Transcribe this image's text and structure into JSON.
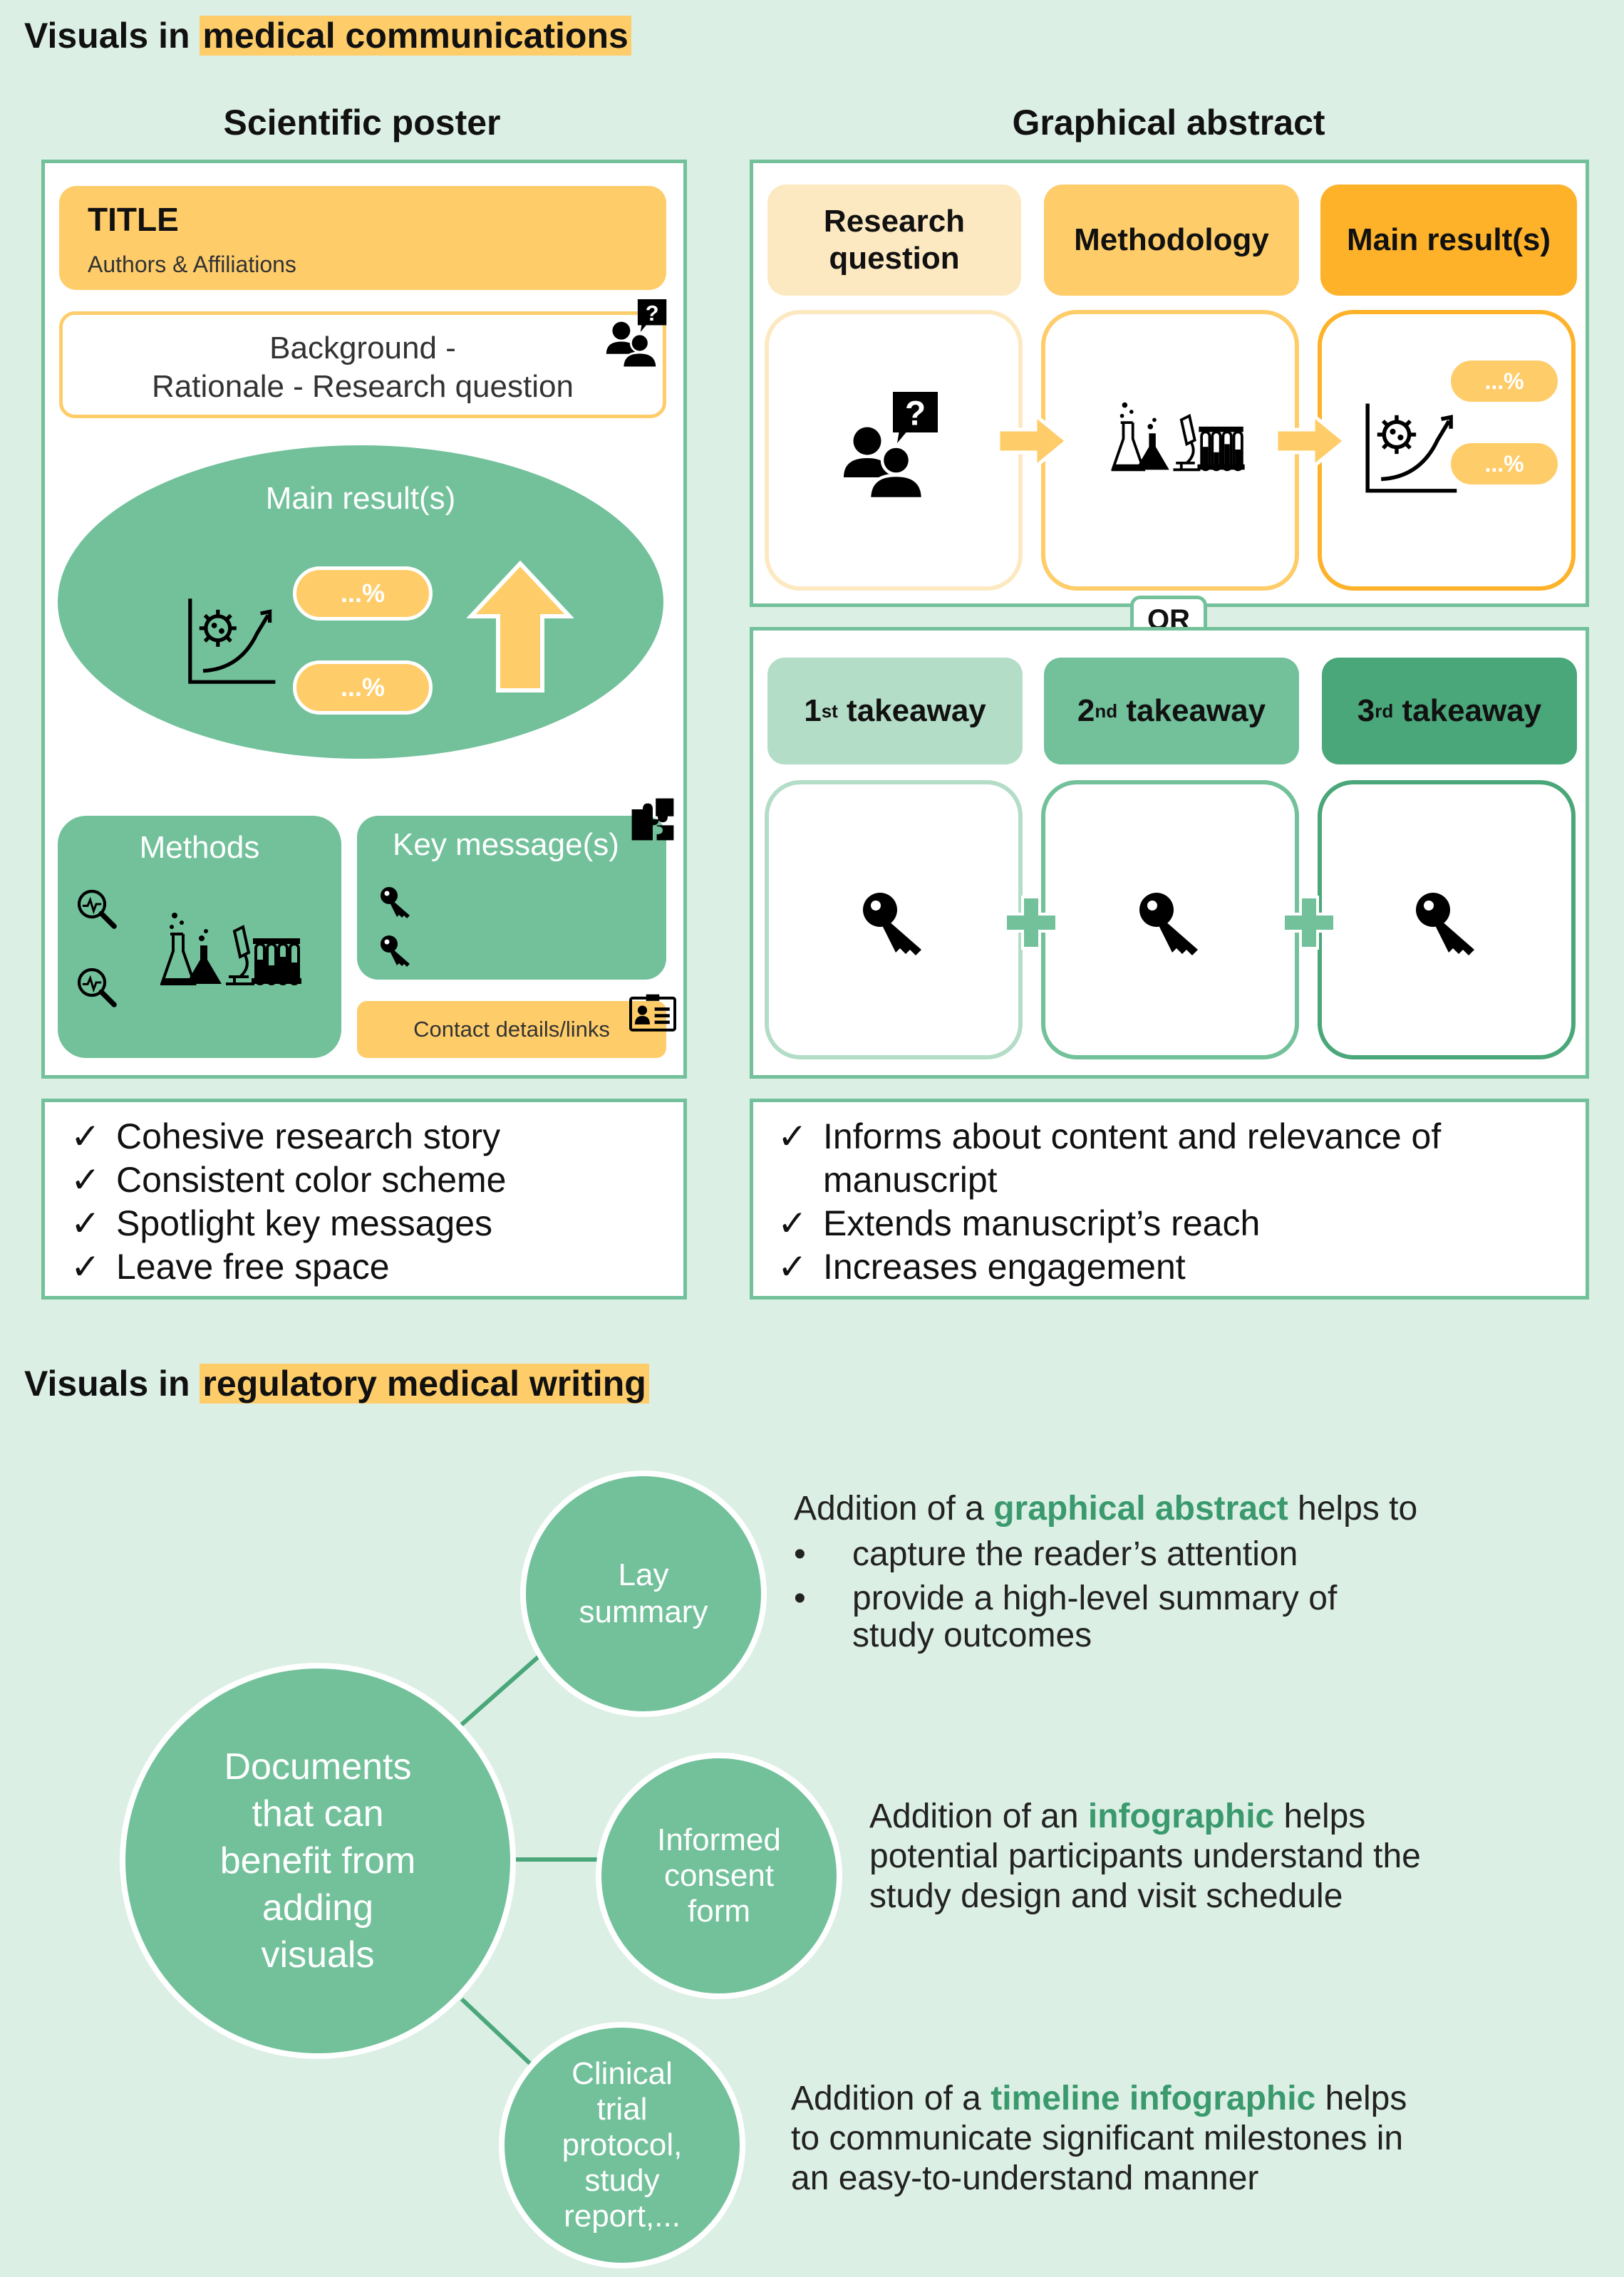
{
  "section1": {
    "title_prefix": "Visuals in ",
    "title_highlight": "medical communications"
  },
  "poster": {
    "heading": "Scientific poster",
    "title": "TITLE",
    "authors": "Authors & Affiliations",
    "background_line1": "Background -",
    "background_line2": "Rationale - Research question",
    "main_results": "Main result(s)",
    "pct1": "...%",
    "pct2": "...%",
    "methods": "Methods",
    "key_messages": "Key message(s)",
    "contact": "Contact details/links",
    "checklist": [
      "Cohesive research story",
      "Consistent color scheme",
      "Spotlight key messages",
      "Leave free space"
    ]
  },
  "abstract": {
    "heading": "Graphical abstract",
    "research_question_line1": "Research",
    "research_question_line2": "question",
    "methodology": "Methodology",
    "main_results": "Main result(s)",
    "pct1": "...%",
    "pct2": "...%",
    "or": "OR",
    "takeaways": [
      {
        "num": "1",
        "sup": "st",
        "label": " takeaway"
      },
      {
        "num": "2",
        "sup": "nd",
        "label": " takeaway"
      },
      {
        "num": "3",
        "sup": "rd",
        "label": " takeaway"
      }
    ],
    "checklist_line1": "Informs about content and relevance of",
    "checklist_line1b": "manuscript",
    "checklist_line2": "Extends manuscript’s reach",
    "checklist_line3": "Increases engagement"
  },
  "section2": {
    "title_prefix": "Visuals in ",
    "title_highlight": "regulatory medical writing"
  },
  "regulatory": {
    "center": [
      "Documents",
      "that can",
      "benefit from",
      "adding",
      "visuals"
    ],
    "lay_summary": [
      "Lay",
      "summary"
    ],
    "consent": [
      "Informed",
      "consent",
      "form"
    ],
    "protocol": [
      "Clinical",
      "trial",
      "protocol,",
      "study",
      "report,..."
    ],
    "desc1_pre": "Addition of a ",
    "desc1_bold": "graphical abstract",
    "desc1_post": " helps to",
    "desc1_bullet1": "capture the reader’s attention",
    "desc1_bullet2a": "provide a high-level summary of",
    "desc1_bullet2b": "study outcomes",
    "desc2_pre": "Addition of an ",
    "desc2_bold": "infographic",
    "desc2_post": " helps",
    "desc2_line2": "potential participants understand the",
    "desc2_line3": "study design and visit schedule",
    "desc3_pre": "Addition of a ",
    "desc3_bold": "timeline infographic",
    "desc3_post": " helps",
    "desc3_line2": "to communicate significant milestones in",
    "desc3_line3": "an easy-to-understand manner"
  },
  "colors": {
    "green": "#72c19b",
    "yellow": "#fecd6a",
    "orange": "#fdb22a",
    "pale_yellow": "#fde9c1"
  },
  "icons": [
    "question-person-icon",
    "virus-graph-icon",
    "lab-equipment-icon",
    "magnifier-pulse-icon",
    "key-icon",
    "puzzle-icon",
    "contact-card-icon",
    "arrow-icon",
    "plus-icon",
    "checkmark-icon"
  ]
}
